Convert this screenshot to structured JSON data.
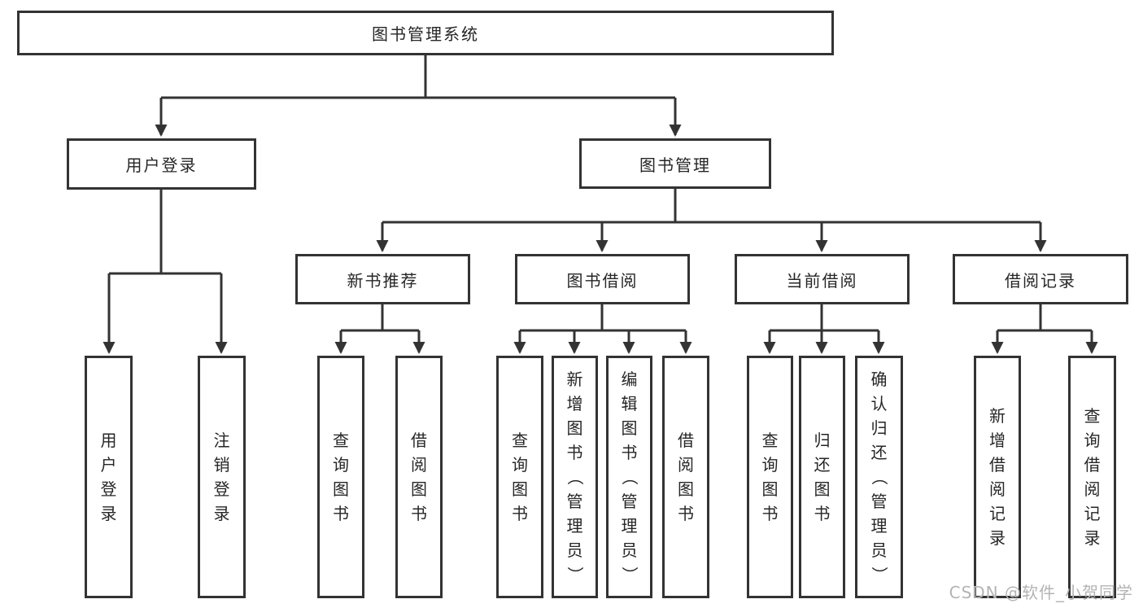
{
  "tree": {
    "label": "图书管理系统",
    "children": [
      {
        "label": "用户登录",
        "children": [
          {
            "label": "用户登录"
          },
          {
            "label": "注销登录"
          }
        ]
      },
      {
        "label": "图书管理",
        "children": [
          {
            "label": "新书推荐",
            "children": [
              {
                "label": "查询图书"
              },
              {
                "label": "借阅图书"
              }
            ]
          },
          {
            "label": "图书借阅",
            "children": [
              {
                "label": "查询图书"
              },
              {
                "label": "新增图书（管理员）"
              },
              {
                "label": "编辑图书（管理员）"
              },
              {
                "label": "借阅图书"
              }
            ]
          },
          {
            "label": "当前借阅",
            "children": [
              {
                "label": "查询图书"
              },
              {
                "label": "归还图书"
              },
              {
                "label": "确认归还（管理员）"
              }
            ]
          },
          {
            "label": "借阅记录",
            "children": [
              {
                "label": "新增借阅记录"
              },
              {
                "label": "查询借阅记录"
              }
            ]
          }
        ]
      }
    ]
  },
  "watermark": "CSDN @软件_小贺同学",
  "colors": {
    "stroke": "#333333",
    "text": "#262626",
    "watermark": "#b4b4b4",
    "background": "#ffffff"
  }
}
